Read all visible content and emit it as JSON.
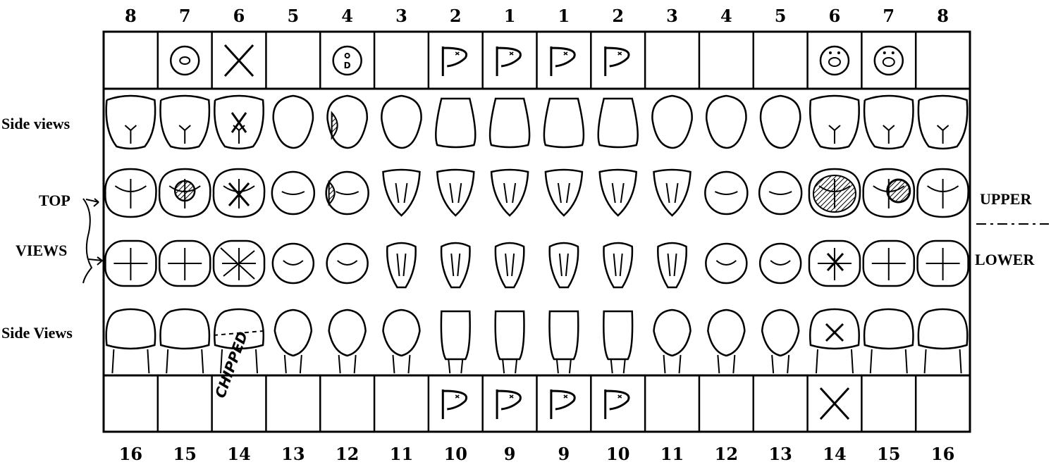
{
  "chart": {
    "top_numbers": [
      "8",
      "7",
      "6",
      "5",
      "4",
      "3",
      "2",
      "1",
      "1",
      "2",
      "3",
      "4",
      "5",
      "6",
      "7",
      "8"
    ],
    "bottom_numbers": [
      "16",
      "15",
      "14",
      "13",
      "12",
      "11",
      "10",
      "9",
      "9",
      "10",
      "11",
      "12",
      "13",
      "14",
      "15",
      "16"
    ],
    "row_labels": {
      "side_views_upper": "Side views",
      "top": "TOP",
      "views": "VIEWS",
      "side_views_lower": "Side Views",
      "upper": "UPPER",
      "lower": "LOWER"
    },
    "annotation_chipped": "CHIPPED",
    "upper_box_marks": [
      "",
      "circle",
      "x",
      "",
      "circle-d",
      "",
      "p",
      "p",
      "p",
      "p",
      "",
      "",
      "",
      "circle-dot",
      "circle-dot",
      ""
    ],
    "lower_box_marks": [
      "",
      "",
      "",
      "",
      "",
      "",
      "p",
      "p",
      "p",
      "p",
      "",
      "",
      "",
      "x",
      "",
      ""
    ]
  }
}
